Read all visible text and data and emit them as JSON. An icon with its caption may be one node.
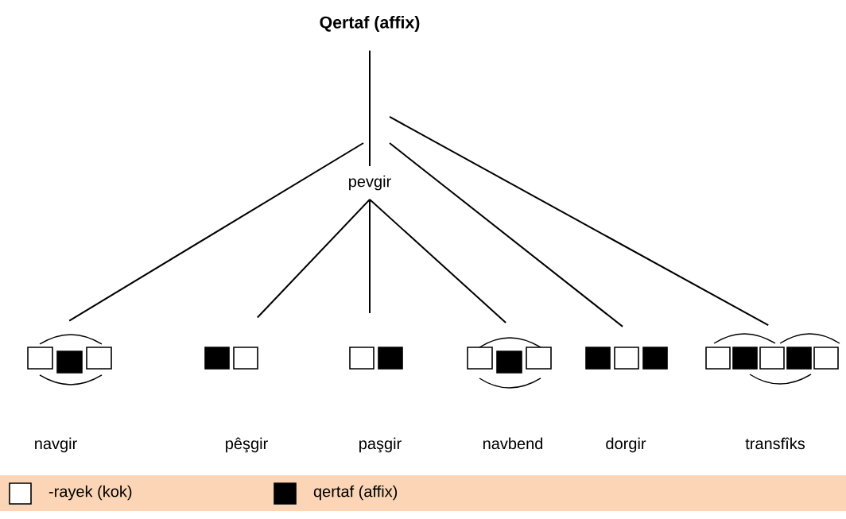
{
  "diagram": {
    "nodes": [
      {
        "text": [
          "Qertaf (affix)"
        ]
      },
      {
        "text": [
          "pevgir"
        ]
      },
      {
        "text": [
          "navgir"
        ]
      },
      {
        "text": [
          "pêşgir"
        ]
      },
      {
        "text": [
          "paşgir"
        ]
      },
      {
        "text": [
          "navbend"
        ]
      },
      {
        "text": [
          "dorgir"
        ]
      },
      {
        "text": [
          "transfîks"
        ]
      }
    ],
    "edges": [
      {
        "from": 0,
        "to": 1,
        "arrow": "none"
      },
      {
        "from": null,
        "to": 2,
        "arrow": "none"
      },
      {
        "from": 1,
        "to": 3,
        "arrow": "none"
      },
      {
        "from": 1,
        "to": 4,
        "arrow": "none"
      },
      {
        "from": 1,
        "to": 5,
        "arrow": "none"
      },
      {
        "from": null,
        "to": 6,
        "arrow": "none"
      },
      {
        "from": null,
        "to": 7,
        "arrow": "none"
      }
    ],
    "legend": [
      {
        "text": "-rayek (kok)",
        "color": "#ffffff"
      },
      {
        "text": "qertaf (affix)",
        "color": "#000000"
      }
    ]
  }
}
